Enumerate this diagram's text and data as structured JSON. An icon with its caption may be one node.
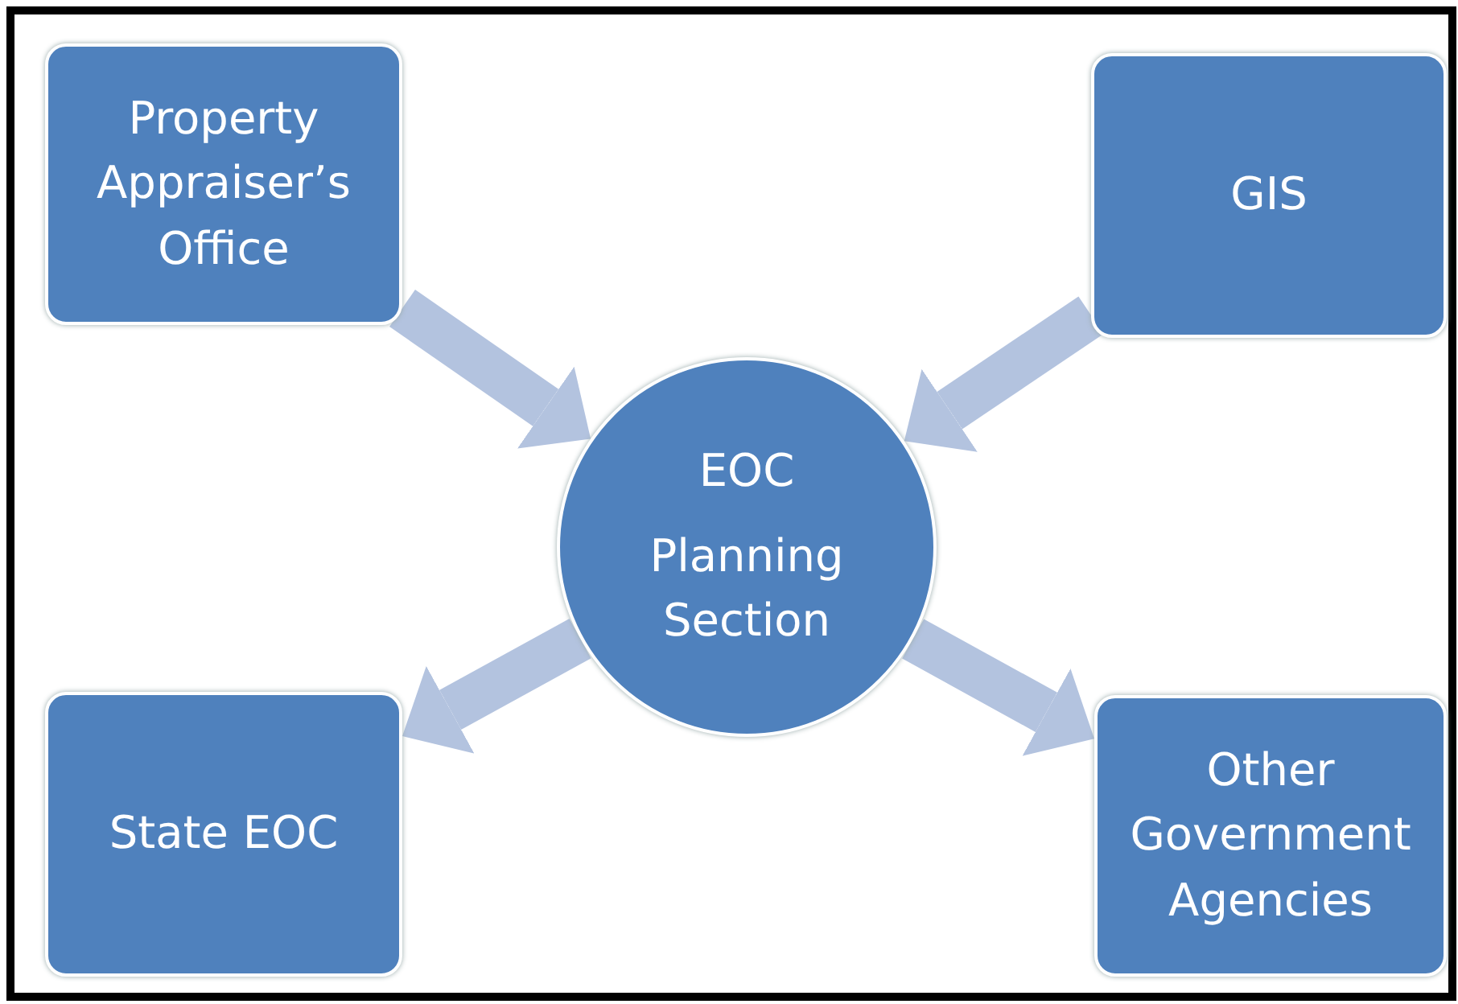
{
  "diagram": {
    "nodes": [
      {
        "text": [
          "Property Appraiser’s Office"
        ]
      },
      {
        "text": [
          "GIS"
        ]
      },
      {
        "text": [
          "EOC",
          "Planning Section"
        ]
      },
      {
        "text": [
          "State EOC"
        ]
      },
      {
        "text": [
          "Other Government Agencies"
        ]
      }
    ],
    "edges": [
      {
        "from": 0,
        "to": 2,
        "arrow": "to"
      },
      {
        "from": 1,
        "to": 2,
        "arrow": "to"
      },
      {
        "from": 2,
        "to": 3,
        "arrow": "to"
      },
      {
        "from": 2,
        "to": 4,
        "arrow": "to"
      }
    ]
  }
}
